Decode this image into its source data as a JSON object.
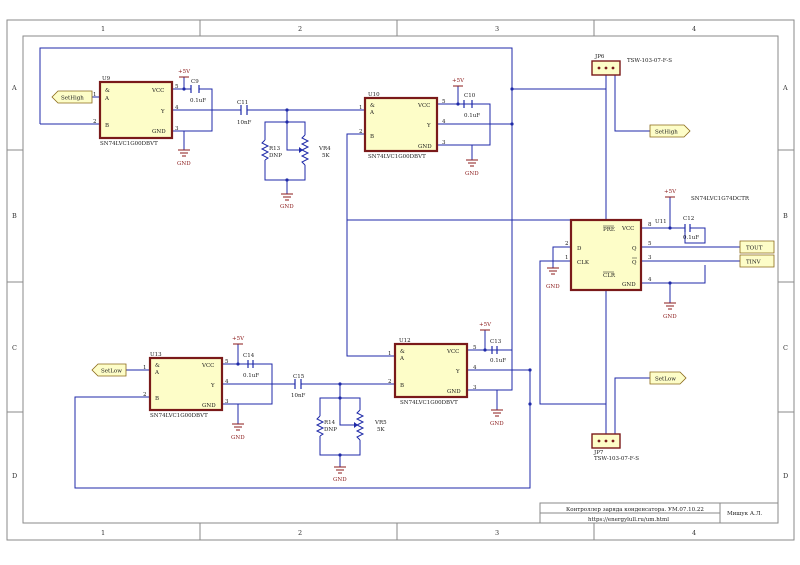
{
  "frame": {
    "columns": [
      "1",
      "2",
      "3",
      "4"
    ],
    "rows": [
      "A",
      "B",
      "C",
      "D"
    ]
  },
  "title_block": {
    "title": "Контроллер заряда конденсатора. УМ.07.10.22",
    "url": "https://energylull.ru/um.html",
    "author": "Мишук А.Л."
  },
  "nets": {
    "sethigh_left": "SetHigh",
    "sethigh_right": "SetHigh",
    "setlow_left": "SetLow",
    "setlow_right": "SetLow",
    "tout": "TOUT",
    "tinv": "TINV"
  },
  "power": {
    "vcc": "+5V",
    "gnd": "GND"
  },
  "chips": {
    "u9": {
      "ref": "U9",
      "part": "SN74LVC1G00DBVT",
      "pin_a": "A",
      "pin_b": "B",
      "vcc": "VCC",
      "y": "Y",
      "gnd": "GND",
      "amp": "&"
    },
    "u10": {
      "ref": "U10",
      "part": "SN74LVC1G00DBVT",
      "pin_a": "A",
      "pin_b": "B",
      "vcc": "VCC",
      "y": "Y",
      "gnd": "GND",
      "amp": "&"
    },
    "u12": {
      "ref": "U12",
      "part": "SN74LVC1G00DBVT",
      "pin_a": "A",
      "pin_b": "B",
      "vcc": "VCC",
      "y": "Y",
      "gnd": "GND",
      "amp": "&"
    },
    "u13": {
      "ref": "U13",
      "part": "SN74LVC1G00DBVT",
      "pin_a": "A",
      "pin_b": "B",
      "vcc": "VCC",
      "y": "Y",
      "gnd": "GND",
      "amp": "&"
    },
    "u11": {
      "ref": "U11",
      "part": "SN74LVC1G74DCTR",
      "pre": "PRE",
      "d": "D",
      "clk": "CLK",
      "clr": "CLR",
      "vcc": "VCC",
      "q": "Q",
      "qn": "Q",
      "gnd": "GND"
    }
  },
  "pins": {
    "u9": {
      "a": "1",
      "b": "2",
      "vcc": "5",
      "y": "4",
      "gnd": "3"
    },
    "u10": {
      "a": "1",
      "b": "2",
      "vcc": "5",
      "y": "4",
      "gnd": "3"
    },
    "u12": {
      "a": "1",
      "b": "2",
      "vcc": "5",
      "y": "4",
      "gnd": "3"
    },
    "u13": {
      "a": "1",
      "b": "2",
      "vcc": "5",
      "y": "4",
      "gnd": "3"
    },
    "u11": {
      "d": "2",
      "clk": "1",
      "vcc": "8",
      "q": "5",
      "qn": "3",
      "gnd": "4"
    }
  },
  "passives": {
    "c9": {
      "ref": "C9",
      "value": "0.1uF"
    },
    "c10": {
      "ref": "C10",
      "value": "0.1uF"
    },
    "c11": {
      "ref": "C11",
      "value": "10nF"
    },
    "c12": {
      "ref": "C12",
      "value": "0.1uF"
    },
    "c13": {
      "ref": "C13",
      "value": "0.1uF"
    },
    "c14": {
      "ref": "C14",
      "value": "0.1uF"
    },
    "c15": {
      "ref": "C15",
      "value": "10nF"
    },
    "r13": {
      "ref": "R13",
      "value": "DNP"
    },
    "r14": {
      "ref": "R14",
      "value": "DNP"
    },
    "vr4": {
      "ref": "VR4",
      "value": "5K"
    },
    "vr5": {
      "ref": "VR5",
      "value": "5K"
    }
  },
  "connectors": {
    "jp6": {
      "ref": "JP6",
      "part": "TSW-103-07-F-S"
    },
    "jp7": {
      "ref": "JP7",
      "part": "TSW-103-07-F-S"
    }
  }
}
